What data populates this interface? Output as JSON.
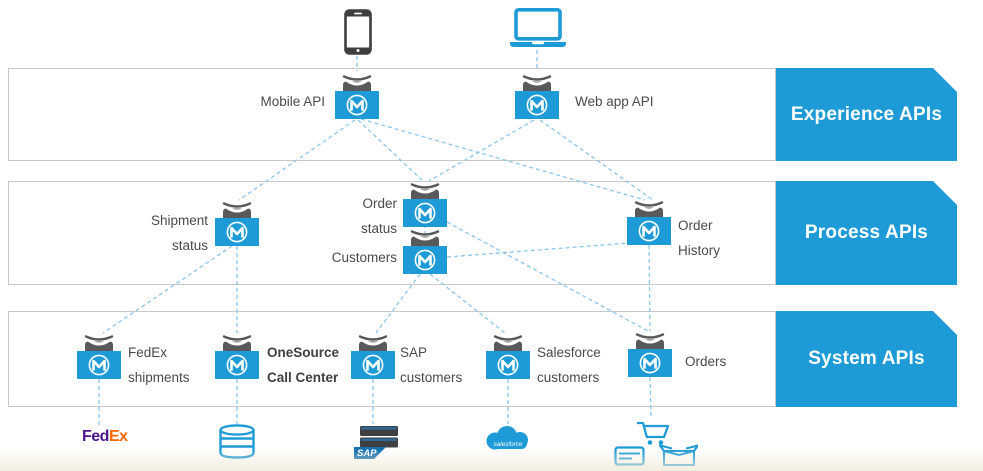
{
  "layers": [
    {
      "banner": "Experience APIs"
    },
    {
      "banner": "Process APIs"
    },
    {
      "banner": "System APIs"
    }
  ],
  "experience_nodes": [
    {
      "id": "mobile-api",
      "label": "Mobile API"
    },
    {
      "id": "web-app-api",
      "label": "Web app API"
    }
  ],
  "process_nodes": [
    {
      "id": "shipment-status",
      "lines": [
        "Shipment",
        "status"
      ]
    },
    {
      "id": "order-status",
      "lines": [
        "Order",
        "status"
      ]
    },
    {
      "id": "customers",
      "lines": [
        "Customers"
      ]
    },
    {
      "id": "order-history",
      "lines": [
        "Order",
        "History"
      ]
    }
  ],
  "system_nodes": [
    {
      "id": "fedex-shipments",
      "lines": [
        "FedEx",
        "shipments"
      ]
    },
    {
      "id": "onesource-call-center",
      "lines": [
        "OneSource",
        "Call Center"
      ],
      "bold": true
    },
    {
      "id": "sap-customers",
      "lines": [
        "SAP",
        "customers"
      ]
    },
    {
      "id": "salesforce-customers",
      "lines": [
        "Salesforce",
        "customers"
      ]
    },
    {
      "id": "orders",
      "lines": [
        "Orders"
      ]
    }
  ],
  "backends": {
    "fedex": {
      "part1": "Fed",
      "part2": "Ex"
    },
    "database": {
      "icon": "database-icon"
    },
    "sap": {
      "label": "SAP"
    },
    "salesforce": {
      "label": "salesforce"
    },
    "orders": {
      "icon": "shopping-cart-credit-card-package-icons"
    }
  },
  "devices": {
    "phone": "mobile-phone-icon",
    "laptop": "laptop-icon"
  },
  "connections": [
    {
      "from": "mobile-phone",
      "to": "mobile-api"
    },
    {
      "from": "laptop",
      "to": "web-app-api"
    },
    {
      "from": "mobile-api",
      "to": "shipment-status"
    },
    {
      "from": "mobile-api",
      "to": "order-status"
    },
    {
      "from": "mobile-api",
      "to": "order-history"
    },
    {
      "from": "web-app-api",
      "to": "order-status"
    },
    {
      "from": "web-app-api",
      "to": "order-history"
    },
    {
      "from": "order-status",
      "to": "customers"
    },
    {
      "from": "customers",
      "to": "order-history"
    },
    {
      "from": "shipment-status",
      "to": "fedex-shipments"
    },
    {
      "from": "shipment-status",
      "to": "onesource-call-center"
    },
    {
      "from": "customers",
      "to": "sap-customers"
    },
    {
      "from": "customers",
      "to": "salesforce-customers"
    },
    {
      "from": "order-status",
      "to": "orders"
    },
    {
      "from": "order-history",
      "to": "orders"
    },
    {
      "from": "fedex-shipments",
      "to": "fedex-backend"
    },
    {
      "from": "onesource-call-center",
      "to": "database-backend"
    },
    {
      "from": "sap-customers",
      "to": "sap-backend"
    },
    {
      "from": "salesforce-customers",
      "to": "salesforce-backend"
    },
    {
      "from": "orders",
      "to": "orders-backend"
    }
  ],
  "colors": {
    "accent_blue": "#1e9bd7",
    "hat_gray": "#58595b",
    "line_blue": "#8ac6ea",
    "border_gray": "#c9c9c9",
    "text": "#4a4a4a",
    "fedex_purple": "#4d148c",
    "fedex_orange": "#ff6600",
    "sap_blue": "#1470af"
  }
}
